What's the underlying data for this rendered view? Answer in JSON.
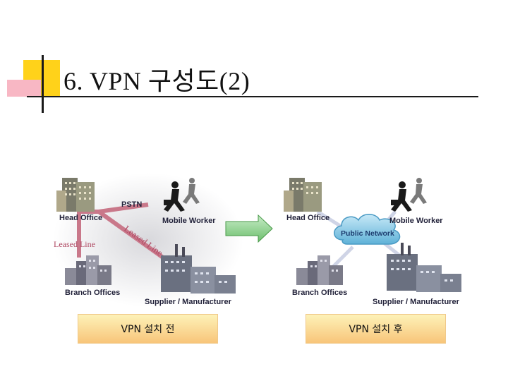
{
  "title": "6. VPN 구성도(2)",
  "before": {
    "head_office": "Head Office",
    "mobile_worker": "Mobile Worker",
    "pstn": "PSTN",
    "leased_line_left": "Leased Line",
    "leased_line_diag": "Leased Line",
    "branch_offices": "Branch Offices",
    "supplier": "Supplier / Manufacturer",
    "caption": "VPN 설치 전"
  },
  "after": {
    "head_office": "Head Office",
    "mobile_worker": "Mobile Worker",
    "public_network": "Public Network",
    "branch_offices": "Branch Offices",
    "supplier": "Supplier / Manufacturer",
    "caption": "VPN 설치 후"
  },
  "colors": {
    "accent_yellow": "#ffd21a",
    "accent_pink": "#f8b7c4",
    "leased_line": "#c9788a",
    "cloud": "#8ccbe8",
    "arrow": "#7bc67b"
  }
}
